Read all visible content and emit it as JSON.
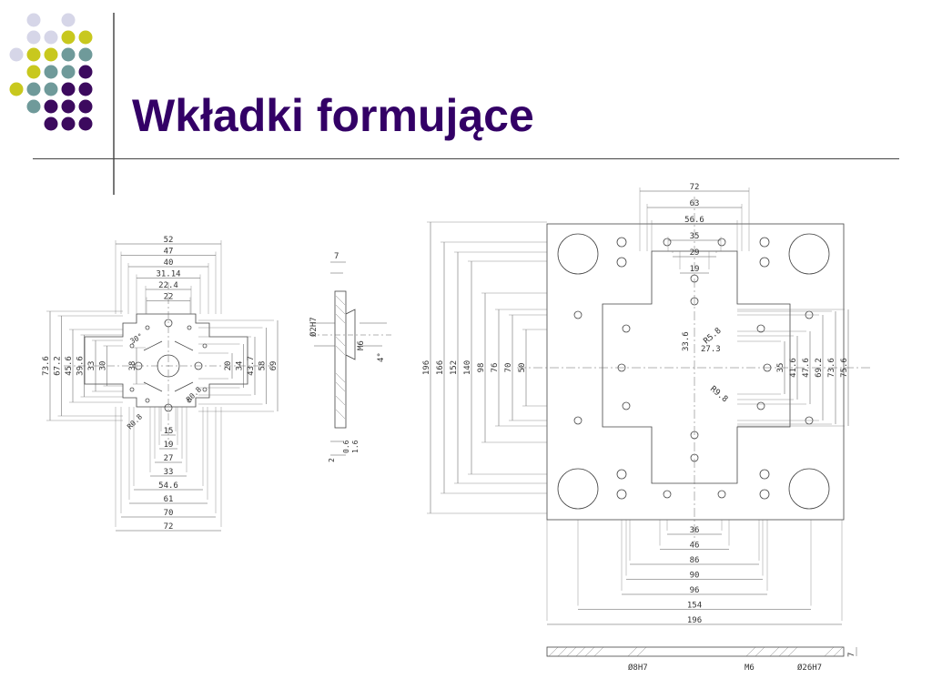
{
  "slide": {
    "title": "Wkładki formujące",
    "colors": {
      "title": "#330066",
      "dot_lavender": "#d6d6e8",
      "dot_yellow": "#c8c81e",
      "dot_teal": "#6f9a9a",
      "dot_purple": "#3c0a5e",
      "line_color": "#333333"
    }
  },
  "drawing_left": {
    "top_dims": [
      "52",
      "47",
      "40",
      "31.14",
      "22.4",
      "22"
    ],
    "bottom_dims": [
      "15",
      "19",
      "27",
      "33",
      "54.6",
      "61",
      "70",
      "72"
    ],
    "left_dims": [
      "73.6",
      "67.2",
      "45.6",
      "39.6",
      "33",
      "30",
      "38"
    ],
    "right_dims": [
      "20",
      "34",
      "43.7",
      "58",
      "69"
    ],
    "annotations": [
      "30°",
      "R0.8",
      "R0.8"
    ]
  },
  "drawing_side": {
    "labels": [
      "7",
      "Ø2H7",
      "M6",
      "4°",
      "1.6",
      "2",
      "0.6"
    ]
  },
  "drawing_right": {
    "top_dims": [
      "72",
      "63",
      "56.6",
      "35",
      "29",
      "19"
    ],
    "bottom_dims": [
      "36",
      "46",
      "86",
      "90",
      "96",
      "154",
      "196"
    ],
    "left_dims": [
      "196",
      "166",
      "152",
      "140",
      "98",
      "76",
      "70",
      "50"
    ],
    "right_dims": [
      "35",
      "41.6",
      "47.6",
      "69.2",
      "73.6",
      "75.6"
    ],
    "inner_labels": [
      "33.6",
      "R5.8",
      "27.3",
      "R9.8"
    ],
    "bottom_strip": [
      "Ø8H7",
      "M6",
      "Ø26H7",
      "7"
    ]
  }
}
